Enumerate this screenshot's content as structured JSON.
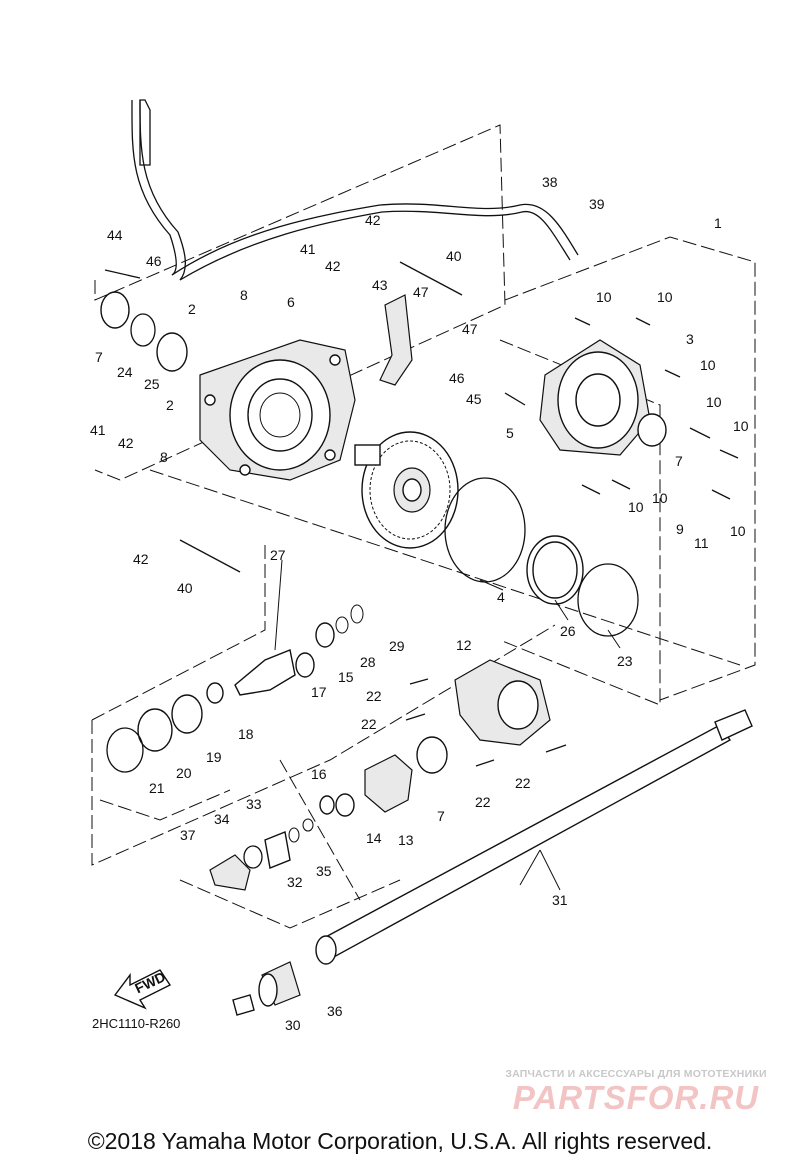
{
  "diagram": {
    "ref_code": "2HC1110-R260",
    "fwd_label": "FWD",
    "copyright": "©2018 Yamaha Motor Corporation, U.S.A. All rights reserved.",
    "watermark_top": "ЗАПЧАСТИ И АКСЕССУАРЫ ДЛЯ МОТОТЕХНИКИ",
    "watermark_logo": "PARTSFOR.RU",
    "callouts": [
      {
        "id": "c44",
        "text": "44"
      },
      {
        "id": "c46a",
        "text": "46"
      },
      {
        "id": "c2a",
        "text": "2"
      },
      {
        "id": "c8a",
        "text": "8"
      },
      {
        "id": "c6",
        "text": "6"
      },
      {
        "id": "c41a",
        "text": "41"
      },
      {
        "id": "c42a",
        "text": "42"
      },
      {
        "id": "c42b",
        "text": "42"
      },
      {
        "id": "c40a",
        "text": "40"
      },
      {
        "id": "c43",
        "text": "43"
      },
      {
        "id": "c47a",
        "text": "47"
      },
      {
        "id": "c47b",
        "text": "47"
      },
      {
        "id": "c46b",
        "text": "46"
      },
      {
        "id": "c45",
        "text": "45"
      },
      {
        "id": "c7a",
        "text": "7"
      },
      {
        "id": "c24",
        "text": "24"
      },
      {
        "id": "c25",
        "text": "25"
      },
      {
        "id": "c41b",
        "text": "41"
      },
      {
        "id": "c42c",
        "text": "42"
      },
      {
        "id": "c2b",
        "text": "2"
      },
      {
        "id": "c8b",
        "text": "8"
      },
      {
        "id": "c38",
        "text": "38"
      },
      {
        "id": "c39",
        "text": "39"
      },
      {
        "id": "c1",
        "text": "1"
      },
      {
        "id": "c10a",
        "text": "10"
      },
      {
        "id": "c10b",
        "text": "10"
      },
      {
        "id": "c3",
        "text": "3"
      },
      {
        "id": "c10c",
        "text": "10"
      },
      {
        "id": "c5",
        "text": "5"
      },
      {
        "id": "c10d",
        "text": "10"
      },
      {
        "id": "c10e",
        "text": "10"
      },
      {
        "id": "c7b",
        "text": "7"
      },
      {
        "id": "c10f",
        "text": "10"
      },
      {
        "id": "c10g",
        "text": "10"
      },
      {
        "id": "c9",
        "text": "9"
      },
      {
        "id": "c11",
        "text": "11"
      },
      {
        "id": "c10h",
        "text": "10"
      },
      {
        "id": "c42d",
        "text": "42"
      },
      {
        "id": "c40b",
        "text": "40"
      },
      {
        "id": "c27",
        "text": "27"
      },
      {
        "id": "c4",
        "text": "4"
      },
      {
        "id": "c26",
        "text": "26"
      },
      {
        "id": "c23",
        "text": "23"
      },
      {
        "id": "c29",
        "text": "29"
      },
      {
        "id": "c28",
        "text": "28"
      },
      {
        "id": "c15",
        "text": "15"
      },
      {
        "id": "c17",
        "text": "17"
      },
      {
        "id": "c12",
        "text": "12"
      },
      {
        "id": "c22a",
        "text": "22"
      },
      {
        "id": "c22b",
        "text": "22"
      },
      {
        "id": "c18",
        "text": "18"
      },
      {
        "id": "c19",
        "text": "19"
      },
      {
        "id": "c20",
        "text": "20"
      },
      {
        "id": "c21",
        "text": "21"
      },
      {
        "id": "c16",
        "text": "16"
      },
      {
        "id": "c14",
        "text": "14"
      },
      {
        "id": "c13",
        "text": "13"
      },
      {
        "id": "c7c",
        "text": "7"
      },
      {
        "id": "c22c",
        "text": "22"
      },
      {
        "id": "c22d",
        "text": "22"
      },
      {
        "id": "c34",
        "text": "34"
      },
      {
        "id": "c33",
        "text": "33"
      },
      {
        "id": "c37",
        "text": "37"
      },
      {
        "id": "c32",
        "text": "32"
      },
      {
        "id": "c35",
        "text": "35"
      },
      {
        "id": "c31",
        "text": "31"
      },
      {
        "id": "c36",
        "text": "36"
      },
      {
        "id": "c30",
        "text": "30"
      }
    ]
  }
}
